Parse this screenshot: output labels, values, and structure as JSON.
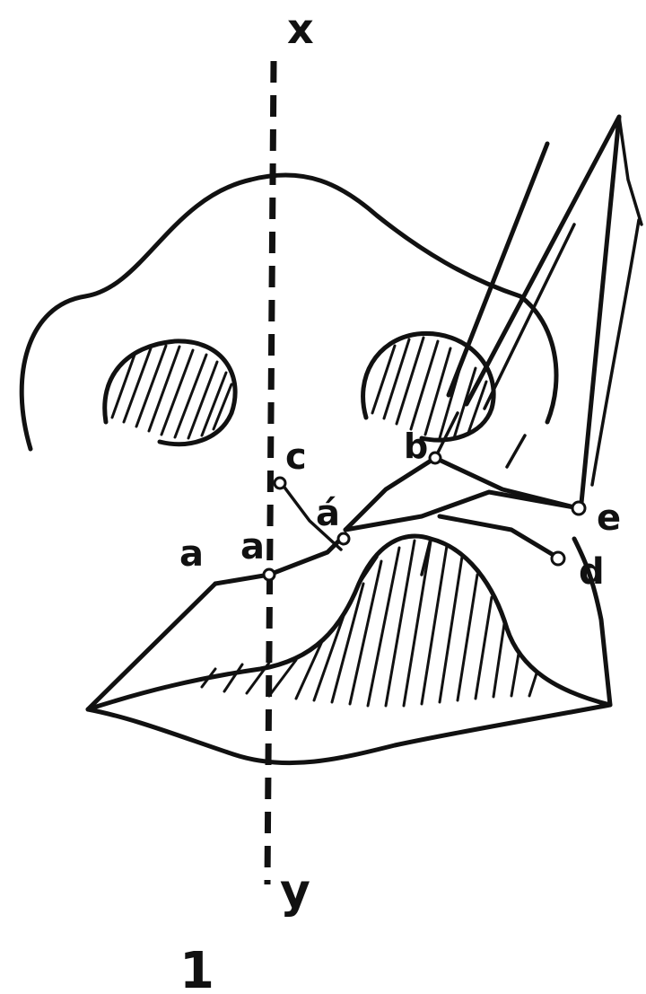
{
  "figure": {
    "number": "1",
    "axis": {
      "top_label": "x",
      "bottom_label": "y"
    },
    "points": {
      "a_left": "a",
      "a_right": "a",
      "c": "c",
      "a_prime": "á",
      "b": "b",
      "e": "e",
      "d": "d"
    },
    "ink_color": "#111111",
    "background_color": "#ffffff"
  }
}
